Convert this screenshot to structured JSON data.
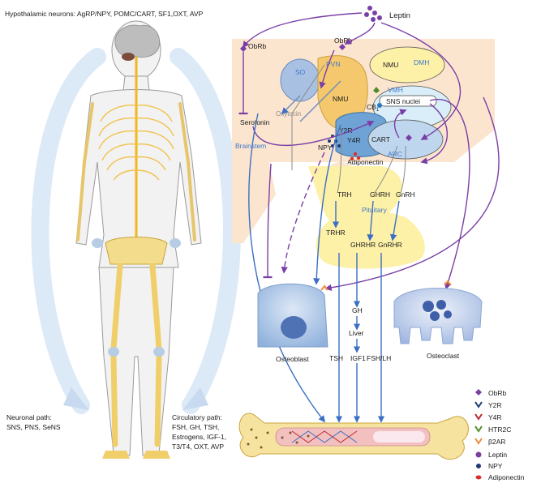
{
  "header": {
    "hypothalamic_neurons": "Hypothalamic neurons: AgRP/NPY, POMC/CART, SF1,OXT, AVP"
  },
  "body_panel": {
    "neuronal_path": {
      "title": "Neuronal path:",
      "text": "SNS, PNS, SeNS"
    },
    "circulatory_path": {
      "title": "Circulatory path:",
      "lines": [
        "FSH, GH, TSH,",
        "Estrogens, IGF-1,",
        "T3/T4, OXT, AVP"
      ]
    }
  },
  "brain": {
    "leptin": "Leptin",
    "obrb_left": "ObRb",
    "obrb_top": "ObRb",
    "serotonin": "Serotonin",
    "brainstem": "Brainstem",
    "so": "SO",
    "pvn": "PVN",
    "oxytocin": "Oxytocin",
    "nmu_top": "NMU",
    "dmh": "DMH",
    "nmu_mid": "NMU",
    "vmh": "VMH",
    "sns_nuclei": "SNS nuclei",
    "cb1": "CB",
    "cb1_sub": "1",
    "y2r": "Y2R",
    "y4r": "Y4R",
    "npy": "NPY",
    "cart": "CART",
    "arc": "ARC",
    "adiponectin": "Adiponectin",
    "trh": "TRH",
    "ghrh": "GHRH",
    "gnrh": "GnRH",
    "pituitary": "Pituitary",
    "trhr": "TRHR",
    "ghrhr": "GHRHR",
    "gnrhr": "GnRHR"
  },
  "periphery": {
    "osteoblast": "Osteoblast",
    "osteoclast": "Osteoclast",
    "gh": "GH",
    "liver": "Liver",
    "tsh": "TSH",
    "igf1": "IGF1",
    "fsh_lh": "FSH/LH"
  },
  "legend": {
    "items": [
      {
        "label": "ObRb",
        "color": "#7b3fa0",
        "icon": "obrb-receptor-icon"
      },
      {
        "label": "Y2R",
        "color": "#1f3a73",
        "icon": "y2r-receptor-icon"
      },
      {
        "label": "Y4R",
        "color": "#c0262d",
        "icon": "y4r-receptor-icon"
      },
      {
        "label": "HTR2C",
        "color": "#4f8a2b",
        "icon": "htr2c-receptor-icon"
      },
      {
        "label": "β2AR",
        "color": "#f08a3c",
        "icon": "beta2ar-receptor-icon"
      },
      {
        "label": "Leptin",
        "color": "#7b3fa0",
        "icon": "leptin-dot-icon"
      },
      {
        "label": "NPY",
        "color": "#1f3a73",
        "icon": "npy-dot-icon"
      },
      {
        "label": "Adiponectin",
        "color": "#d7302b",
        "icon": "adiponectin-dot-icon"
      }
    ]
  },
  "colors": {
    "purple_arrow": "#7a3fa6",
    "blue_arrow": "#3b6fc4",
    "hypothalamus_fill": "#fbe5cf",
    "bone_fill": "#f7e3a0"
  }
}
